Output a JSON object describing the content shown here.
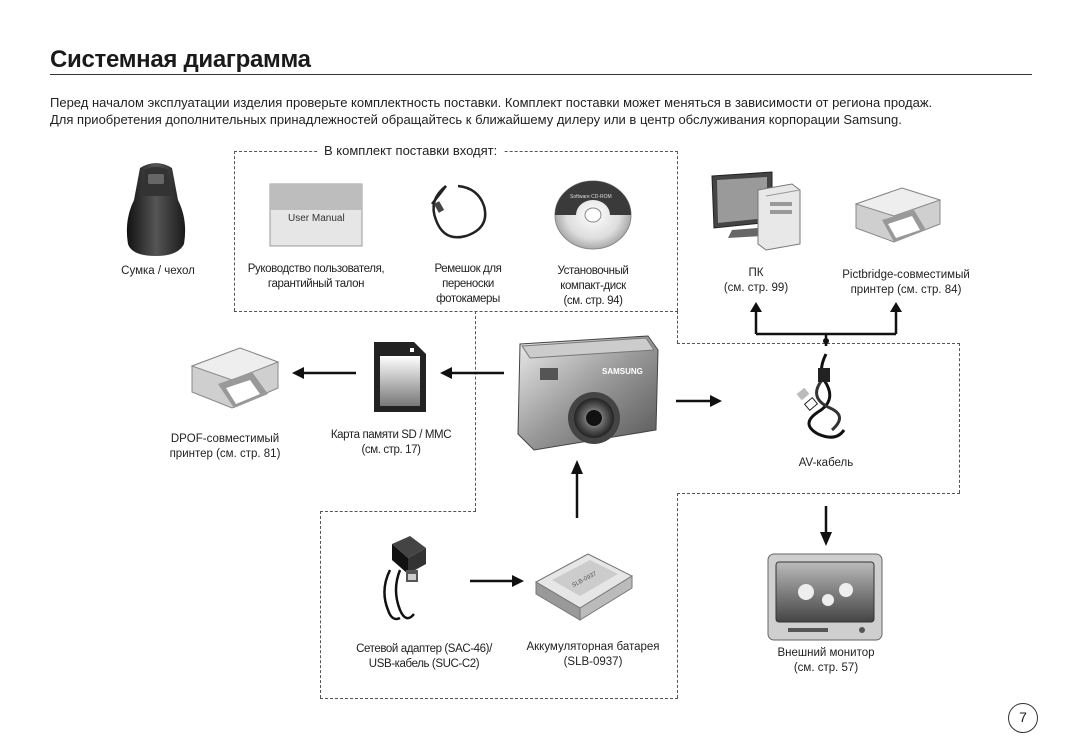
{
  "page": {
    "title": "Системная диаграмма",
    "intro_line1": "Перед началом эксплуатации изделия проверьте комплектность поставки.  Комплект поставки может меняться в зависимости от региона продаж.",
    "intro_line2": "Для приобретения дополнительных принадлежностей обращайтесь к ближайшему дилеру или в центр обслуживания корпорации Samsung.",
    "page_number": "7"
  },
  "package": {
    "label": "В комплект поставки входят:"
  },
  "items": {
    "case": {
      "line1": "Сумка / чехол"
    },
    "manual": {
      "line1": "Руководство пользователя,",
      "line2": "гарантийный талон",
      "cover_text": "User Manual"
    },
    "strap": {
      "line1": "Ремешок для",
      "line2": "переноски",
      "line3": "фотокамеры"
    },
    "cdrom": {
      "line1": "Установочный",
      "line2": "компакт-диск",
      "line3": "(см. стр. 94)",
      "disc_text": "Software CD-ROM"
    },
    "pc": {
      "line1": "ПК",
      "line2": "(см. стр. 99)"
    },
    "pictbridge_printer": {
      "line1": "Pictbridge-совместимый",
      "line2": "принтер (см. стр. 84)"
    },
    "dpof_printer": {
      "line1": "DPOF-совместимый",
      "line2": "принтер (см. стр. 81)"
    },
    "memory_card": {
      "line1": "Карта памяти SD / MMC",
      "line2": "(см. стр. 17)"
    },
    "camera": {
      "brand": "SAMSUNG"
    },
    "av_cable": {
      "line1": "AV-кабель"
    },
    "adapter": {
      "line1": "Сетевой адаптер (SAC-46)/",
      "line2": "USB-кабель (SUC-C2)"
    },
    "battery": {
      "line1": "Аккумуляторная батарея",
      "line2": "(SLB-0937)",
      "label_text": "SLB-0937"
    },
    "monitor": {
      "line1": "Внешний монитор",
      "line2": "(см. стр. 57)"
    }
  }
}
